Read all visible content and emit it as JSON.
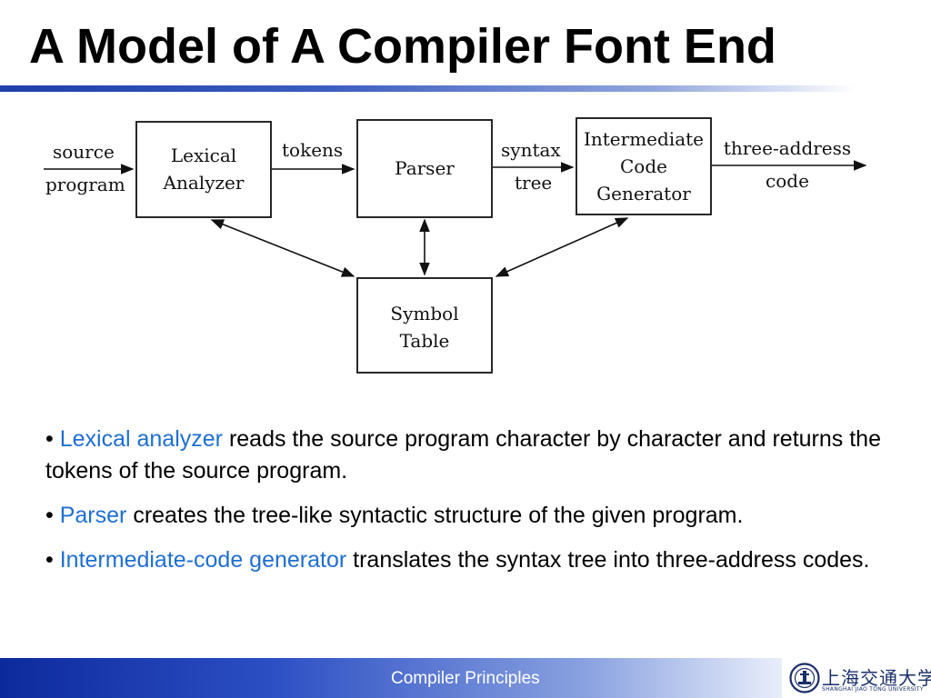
{
  "title": "A Model of A Compiler Font End",
  "diagram": {
    "input_label_line1": "source",
    "input_label_line2": "program",
    "lexical_line1": "Lexical",
    "lexical_line2": "Analyzer",
    "tokens_label": "tokens",
    "parser_label": "Parser",
    "syntax_line1": "syntax",
    "syntax_line2": "tree",
    "icg_line1": "Intermediate",
    "icg_line2": "Code",
    "icg_line3": "Generator",
    "output_line1": "three-address",
    "output_line2": "code",
    "symbol_line1": "Symbol",
    "symbol_line2": "Table"
  },
  "bullets": [
    {
      "marker": "•",
      "keyword": "Lexical analyzer",
      "text": "reads the source program character by character and returns the tokens of the source program."
    },
    {
      "marker": "•",
      "keyword": "Parser",
      "text": "creates the tree-like syntactic structure of the given program."
    },
    {
      "marker": "•",
      "keyword": "Intermediate-code generator",
      "text": "translates the syntax tree into three-address codes."
    }
  ],
  "footer": {
    "text": "Compiler Principles",
    "logo_cn": "上海交通大学",
    "logo_en": "SHANGHAI JIAO TONG UNIVERSITY"
  },
  "colors": {
    "keyword": "#1f6fd0",
    "footer_bar": "#0d2a9c"
  }
}
